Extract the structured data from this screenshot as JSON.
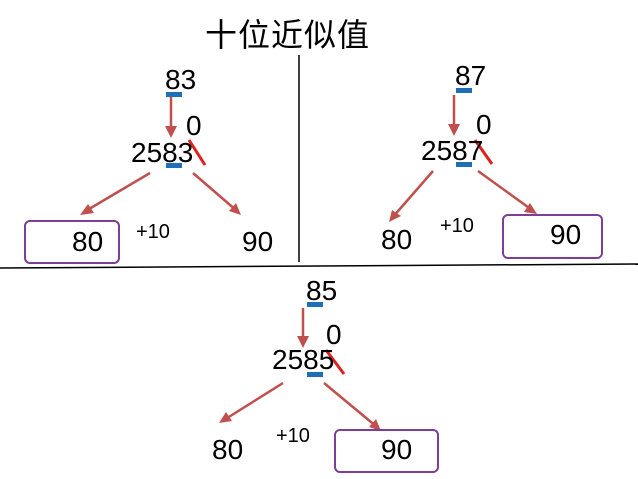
{
  "title": "十位近似值",
  "colors": {
    "arrow": "#c0504d",
    "underline": "#1f6fb6",
    "box": "#7b3f98",
    "slash": "#e0201a"
  },
  "panels": [
    {
      "digit": "83",
      "full": "2583",
      "zero": "0",
      "left": "80",
      "right": "90",
      "plus": "+10",
      "boxed": "left"
    },
    {
      "digit": "87",
      "full": "2587",
      "zero": "0",
      "left": "80",
      "right": "90",
      "plus": "+10",
      "boxed": "right"
    },
    {
      "digit": "85",
      "full": "2585",
      "zero": "0",
      "left": "80",
      "right": "90",
      "plus": "+10",
      "boxed": "right"
    }
  ]
}
